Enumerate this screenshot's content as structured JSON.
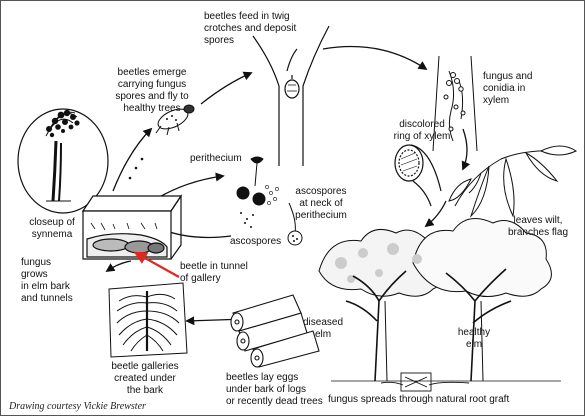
{
  "labels": {
    "twig_crotches": "beetles feed in twig\ncrotches and deposit\nspores",
    "fungus_xylem": "fungus and\nconidia in\nxylem",
    "beetles_emerge": "beetles emerge\ncarrying fungus\nspores and fly to\nhealthy trees",
    "discolored_ring": "discolored\nring of xylem",
    "perithecium": "perithecium",
    "ascospores_neck": "ascospores\nat  neck of\nperithecium",
    "closeup_synnema": "closeup of\nsynnema",
    "leaves_wilt": "leaves wilt,\nbranches flag",
    "ascospores": "ascospores",
    "fungus_grows": "fungus\ngrows\nin elm bark\nand tunnels",
    "beetle_tunnel": "beetle in tunnel\nof gallery",
    "diseased_elm": "diseased\nelm",
    "healthy_elm": "healthy\nelm",
    "beetle_galleries": "beetle galleries\ncreated under\nthe bark",
    "beetles_lay_eggs": "beetles lay eggs\nunder bark of logs\nor recently dead trees",
    "root_graft": "fungus spreads through natural root graft"
  },
  "credit": "Drawing courtesy Vickie Brewster",
  "colors": {
    "ink": "#111111",
    "pointer_arrow": "#e3261f",
    "frame": "#555555"
  }
}
